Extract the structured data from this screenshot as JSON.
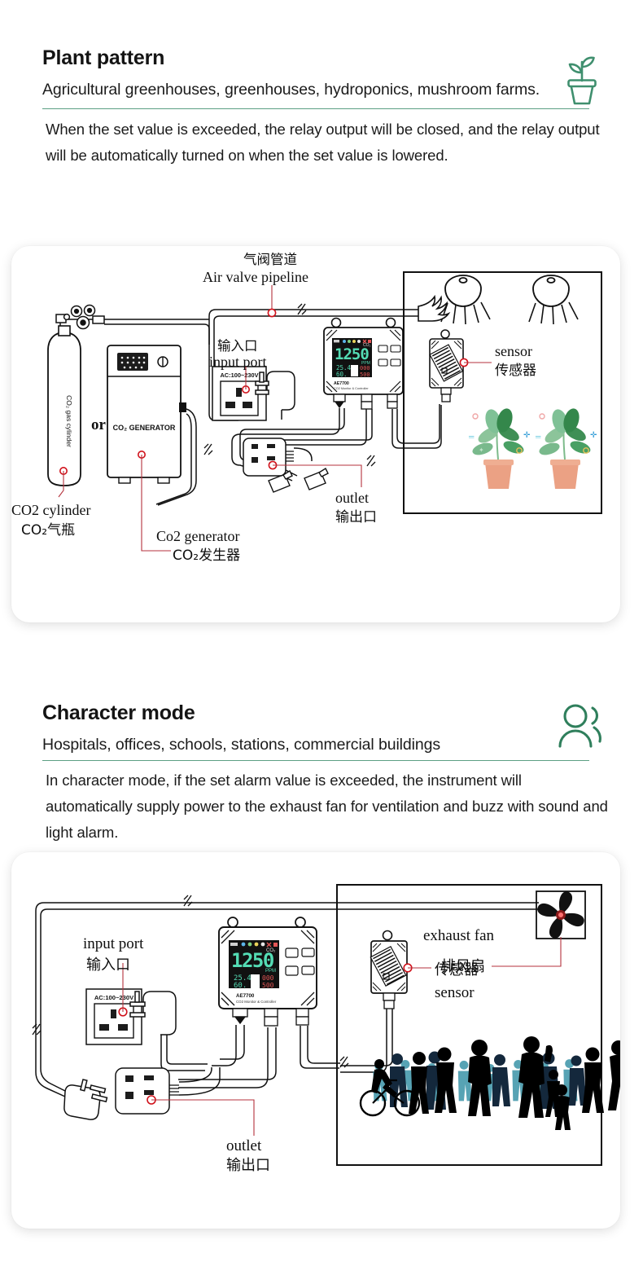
{
  "page": {
    "background": "#ffffff",
    "accent_green": "#3f8f6e",
    "lead_red": "#b4323c",
    "marker_red": "#d0121b"
  },
  "sections": [
    {
      "id": "plant-pattern",
      "title": "Plant pattern",
      "subtitle": "Agricultural greenhouses, greenhouses, hydroponics, mushroom farms.",
      "body": "When the set value is exceeded, the relay output will be closed, and the relay output will be automatically turned on when the set value is lowered.",
      "icon": "potted-plant-icon",
      "icon_color": "#3f8f6e"
    },
    {
      "id": "character-mode",
      "title": "Character mode",
      "subtitle": "Hospitals, offices, schools, stations, commercial buildings",
      "body": "In character mode, if the set alarm value is exceeded, the instrument will automatically supply power to the exhaust fan for ventilation and buzz with sound and light alarm.",
      "icon": "people-icon",
      "icon_color": "#2f7f5c"
    }
  ],
  "diagram_plant": {
    "name": "co2-greenhouse-wiring-diagram",
    "labels": {
      "air_valve_cn": "气阀管道",
      "air_valve_en": "Air valve pipeline",
      "input_port_cn": "输入口",
      "input_port_en": "input port",
      "socket_rating": "AC:100~230V",
      "cylinder_side_text": "CO₂ gas cylinder",
      "or": "or",
      "generator_badge": "CO₂ GENERATOR",
      "co2_cylinder_en": "CO2 cylinder",
      "co2_cylinder_cn": "CO₂气瓶",
      "co2_generator_en": "Co2 generator",
      "co2_generator_cn": "CO₂发生器",
      "outlet_en": "outlet",
      "outlet_cn": "输出口",
      "sensor_en": "sensor",
      "sensor_cn": "传感器"
    },
    "controller": {
      "model": "AE7700",
      "subtitle": "CO2 Monitor & Controller",
      "reading_main": "1250",
      "unit_gas": "CO₂",
      "unit_ppm": "PPM",
      "temperature": "25.4",
      "temperature_unit": "°C",
      "humidity": "60.",
      "humidity_unit": "%",
      "setpoint_low": "000",
      "setpoint_high": "500",
      "display_color": "#4fd6b0"
    }
  },
  "diagram_character": {
    "name": "co2-office-wiring-diagram",
    "labels": {
      "input_port_en": "input port",
      "input_port_cn": "输入口",
      "socket_rating": "AC:100~230V",
      "outlet_en": "outlet",
      "outlet_cn": "输出口",
      "exhaust_fan_en": "exhaust fan",
      "exhaust_fan_cn": "排风扇",
      "sensor_cn": "传感器",
      "sensor_en": "sensor"
    },
    "controller": {
      "model": "AE7700",
      "subtitle": "CO2 Monitor & Controller",
      "reading_main": "1250",
      "unit_gas": "CO₂",
      "unit_ppm": "PPM",
      "temperature": "25.4",
      "temperature_unit": "°C",
      "humidity": "60.",
      "humidity_unit": "%",
      "setpoint_low": "000",
      "setpoint_high": "500",
      "display_color": "#4fd6b0"
    }
  }
}
